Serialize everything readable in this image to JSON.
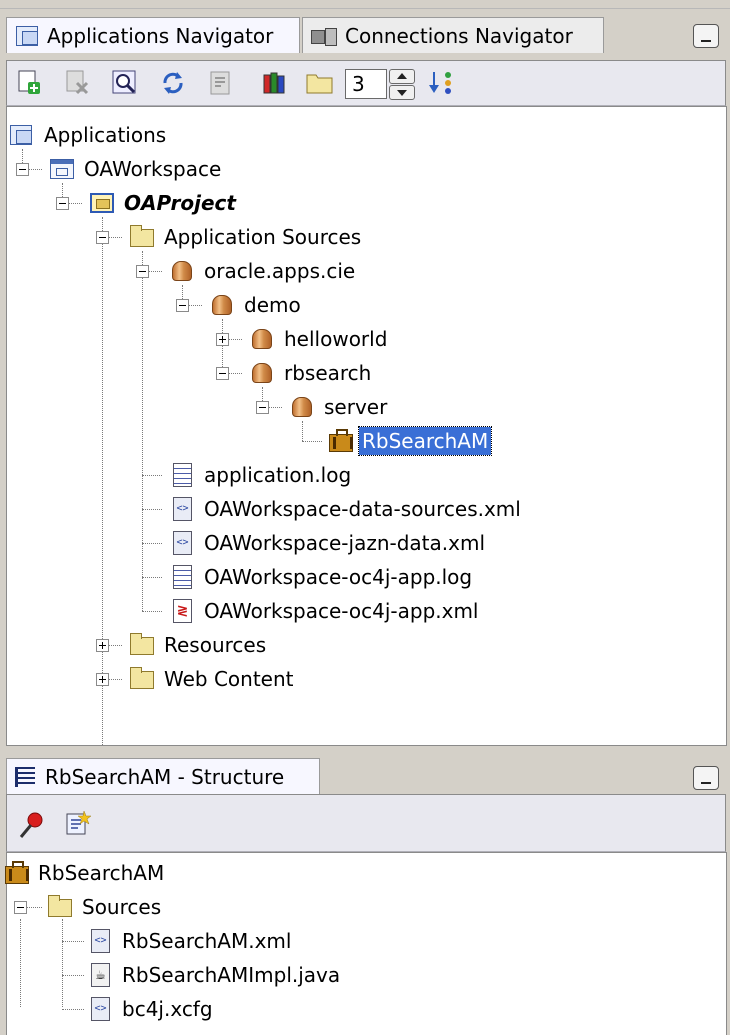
{
  "nav_tabs": [
    {
      "label": "Applications Navigator",
      "icon": "applications-navigator-icon",
      "active": true
    },
    {
      "label": "Connections Navigator",
      "icon": "connections-icon",
      "active": false
    }
  ],
  "toolbar": {
    "buttons": [
      "new-application-icon",
      "remove-icon",
      "find-icon",
      "refresh-icon",
      "properties-icon",
      "library-icon",
      "folder-icon"
    ],
    "level_value": "3",
    "sort_icon": "sort-icon"
  },
  "tree": {
    "applications": "Applications",
    "workspace": "OAWorkspace",
    "project": "OAProject",
    "app_sources": "Application Sources",
    "pkg_root": "oracle.apps.cie",
    "pkg_demo": "demo",
    "pkg_helloworld": "helloworld",
    "pkg_rbsearch": "rbsearch",
    "pkg_server": "server",
    "am": "RbSearchAM",
    "file_applog": "application.log",
    "file_datasources": "OAWorkspace-data-sources.xml",
    "file_jazn": "OAWorkspace-jazn-data.xml",
    "file_oc4jlog": "OAWorkspace-oc4j-app.log",
    "file_oc4jxml": "OAWorkspace-oc4j-app.xml",
    "resources": "Resources",
    "web_content": "Web Content"
  },
  "structure_tab": {
    "label": "RbSearchAM - Structure",
    "icon": "structure-icon"
  },
  "structure_toolbar": [
    "pin-icon",
    "new-structure-icon"
  ],
  "structure_tree": {
    "root": "RbSearchAM",
    "sources": "Sources",
    "file_xml": "RbSearchAM.xml",
    "file_java": "RbSearchAMImpl.java",
    "file_cfg": "bc4j.xcfg"
  },
  "colors": {
    "selection": "#3a6fd6",
    "panel_bg": "#d4d0c8"
  }
}
